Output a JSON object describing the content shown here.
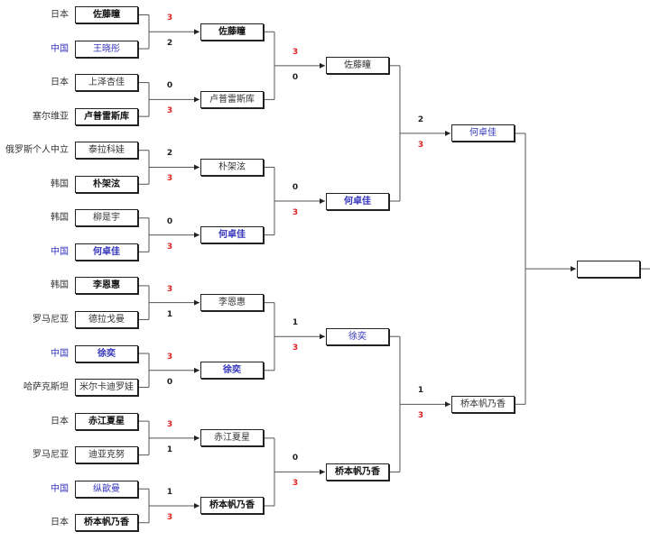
{
  "title": "Tournament bracket",
  "colors": {
    "winner_score": "#dd2222",
    "china": "#3333bb",
    "default_text": "#333333"
  },
  "round1": [
    {
      "country": "日本",
      "player": "佐藤瞳",
      "score": "3",
      "winner": true,
      "cn": false
    },
    {
      "country": "中国",
      "player": "王晓彤",
      "score": "2",
      "winner": false,
      "cn": true
    },
    {
      "country": "日本",
      "player": "上泽杏佳",
      "score": "0",
      "winner": false,
      "cn": false
    },
    {
      "country": "塞尔维亚",
      "player": "卢普雷斯库",
      "score": "3",
      "winner": true,
      "cn": false
    },
    {
      "country": "俄罗斯个人中立",
      "player": "泰拉科娃",
      "score": "2",
      "winner": false,
      "cn": false
    },
    {
      "country": "韩国",
      "player": "朴架泫",
      "score": "3",
      "winner": true,
      "cn": false
    },
    {
      "country": "韩国",
      "player": "柳是宇",
      "score": "0",
      "winner": false,
      "cn": false
    },
    {
      "country": "中国",
      "player": "何卓佳",
      "score": "3",
      "winner": true,
      "cn": true
    },
    {
      "country": "韩国",
      "player": "李恩惠",
      "score": "3",
      "winner": true,
      "cn": false
    },
    {
      "country": "罗马尼亚",
      "player": "德拉戈曼",
      "score": "1",
      "winner": false,
      "cn": false
    },
    {
      "country": "中国",
      "player": "徐奕",
      "score": "3",
      "winner": true,
      "cn": true
    },
    {
      "country": "哈萨克斯坦",
      "player": "米尔卡迪罗娃",
      "score": "0",
      "winner": false,
      "cn": false
    },
    {
      "country": "日本",
      "player": "赤江夏星",
      "score": "3",
      "winner": true,
      "cn": false
    },
    {
      "country": "罗马尼亚",
      "player": "迪亚克努",
      "score": "1",
      "winner": false,
      "cn": false
    },
    {
      "country": "中国",
      "player": "纵歆曼",
      "score": "1",
      "winner": false,
      "cn": true
    },
    {
      "country": "日本",
      "player": "桥本帆乃香",
      "score": "3",
      "winner": true,
      "cn": false
    }
  ],
  "round2": [
    {
      "player": "佐藤瞳",
      "score": "3",
      "winner": true,
      "cn": false
    },
    {
      "player": "卢普雷斯库",
      "score": "0",
      "winner": false,
      "cn": false
    },
    {
      "player": "朴架泫",
      "score": "0",
      "winner": false,
      "cn": false
    },
    {
      "player": "何卓佳",
      "score": "3",
      "winner": true,
      "cn": true
    },
    {
      "player": "李恩惠",
      "score": "1",
      "winner": false,
      "cn": false
    },
    {
      "player": "徐奕",
      "score": "3",
      "winner": true,
      "cn": true
    },
    {
      "player": "赤江夏星",
      "score": "0",
      "winner": false,
      "cn": false
    },
    {
      "player": "桥本帆乃香",
      "score": "3",
      "winner": true,
      "cn": false
    }
  ],
  "round3": [
    {
      "player": "佐藤瞳",
      "score": "2",
      "winner": false,
      "cn": false
    },
    {
      "player": "何卓佳",
      "score": "3",
      "winner": true,
      "cn": true
    },
    {
      "player": "徐奕",
      "score": "1",
      "winner": false,
      "cn": true
    },
    {
      "player": "桥本帆乃香",
      "score": "3",
      "winner": true,
      "cn": false
    }
  ],
  "round4": [
    {
      "player": "何卓佳",
      "score": "",
      "winner": false,
      "cn": true
    },
    {
      "player": "桥本帆乃香",
      "score": "",
      "winner": false,
      "cn": false
    }
  ],
  "final": [
    {
      "player": "",
      "winner": false,
      "cn": false
    }
  ]
}
